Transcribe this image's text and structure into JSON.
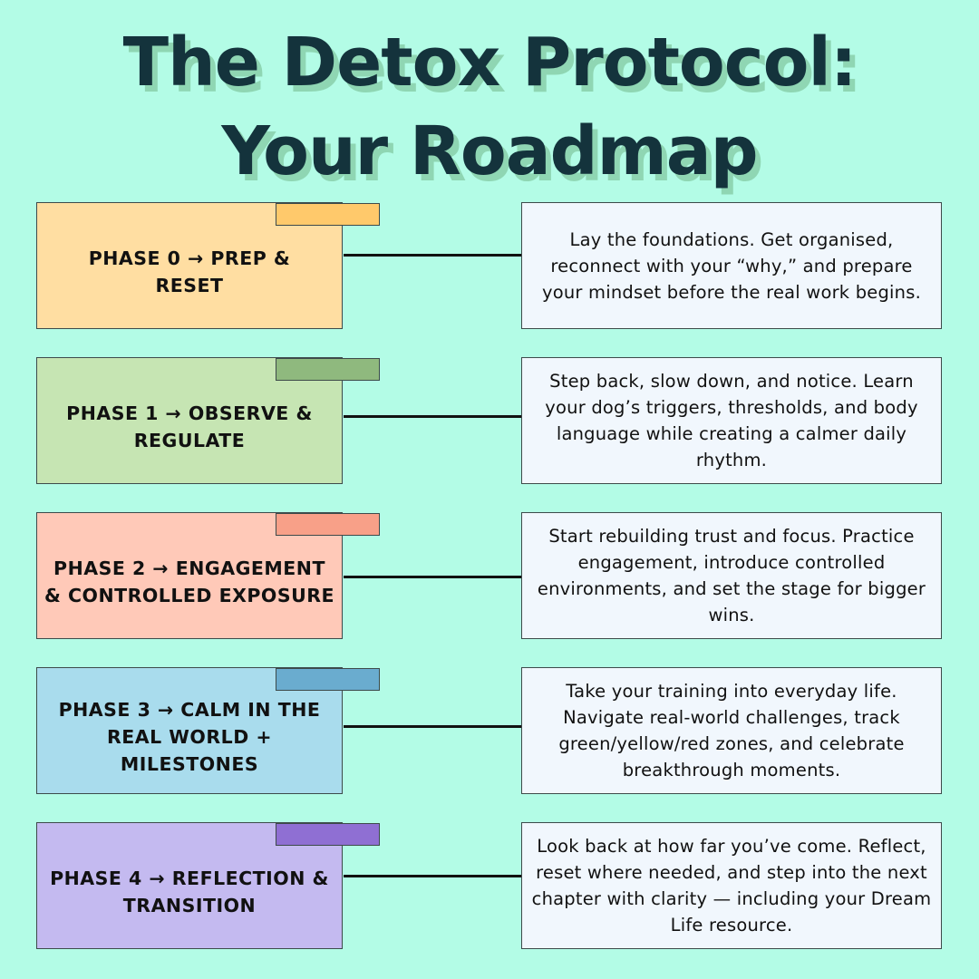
{
  "title": {
    "line1": "The Detox Protocol:",
    "line2": "Your Roadmap"
  },
  "phases": [
    {
      "label": "PHASE 0 → PREP & RESET",
      "description": "Lay the foundations. Get organised, reconnect with your “why,” and prepare your mindset before the real work begins.",
      "box_color": "#ffdea2",
      "tab_color": "#ffc96b"
    },
    {
      "label": "PHASE 1 → OBSERVE & REGULATE",
      "description": "Step back, slow down, and notice. Learn your dog’s triggers, thresholds, and body language while creating a calmer daily rhythm.",
      "box_color": "#c6e5b3",
      "tab_color": "#8fb97e"
    },
    {
      "label": "PHASE 2 → ENGAGEMENT & CONTROLLED EXPOSURE",
      "description": "Start rebuilding trust and focus. Practice engagement, introduce controlled environments, and set the stage for bigger wins.",
      "box_color": "#ffc9b8",
      "tab_color": "#f8a088"
    },
    {
      "label": "PHASE 3 → CALM IN THE REAL WORLD + MILESTONES",
      "description": "Take your training into everyday life. Navigate real-world challenges, track green/yellow/red zones, and celebrate breakthrough moments.",
      "box_color": "#a9dced",
      "tab_color": "#6aaccf"
    },
    {
      "label": "PHASE 4 → REFLECTION & TRANSITION",
      "description": "Look back at how far you’ve come. Reflect, reset where needed, and step into the next chapter with clarity — including your Dream Life resource.",
      "box_color": "#c4baf0",
      "tab_color": "#8f6fd3"
    }
  ]
}
